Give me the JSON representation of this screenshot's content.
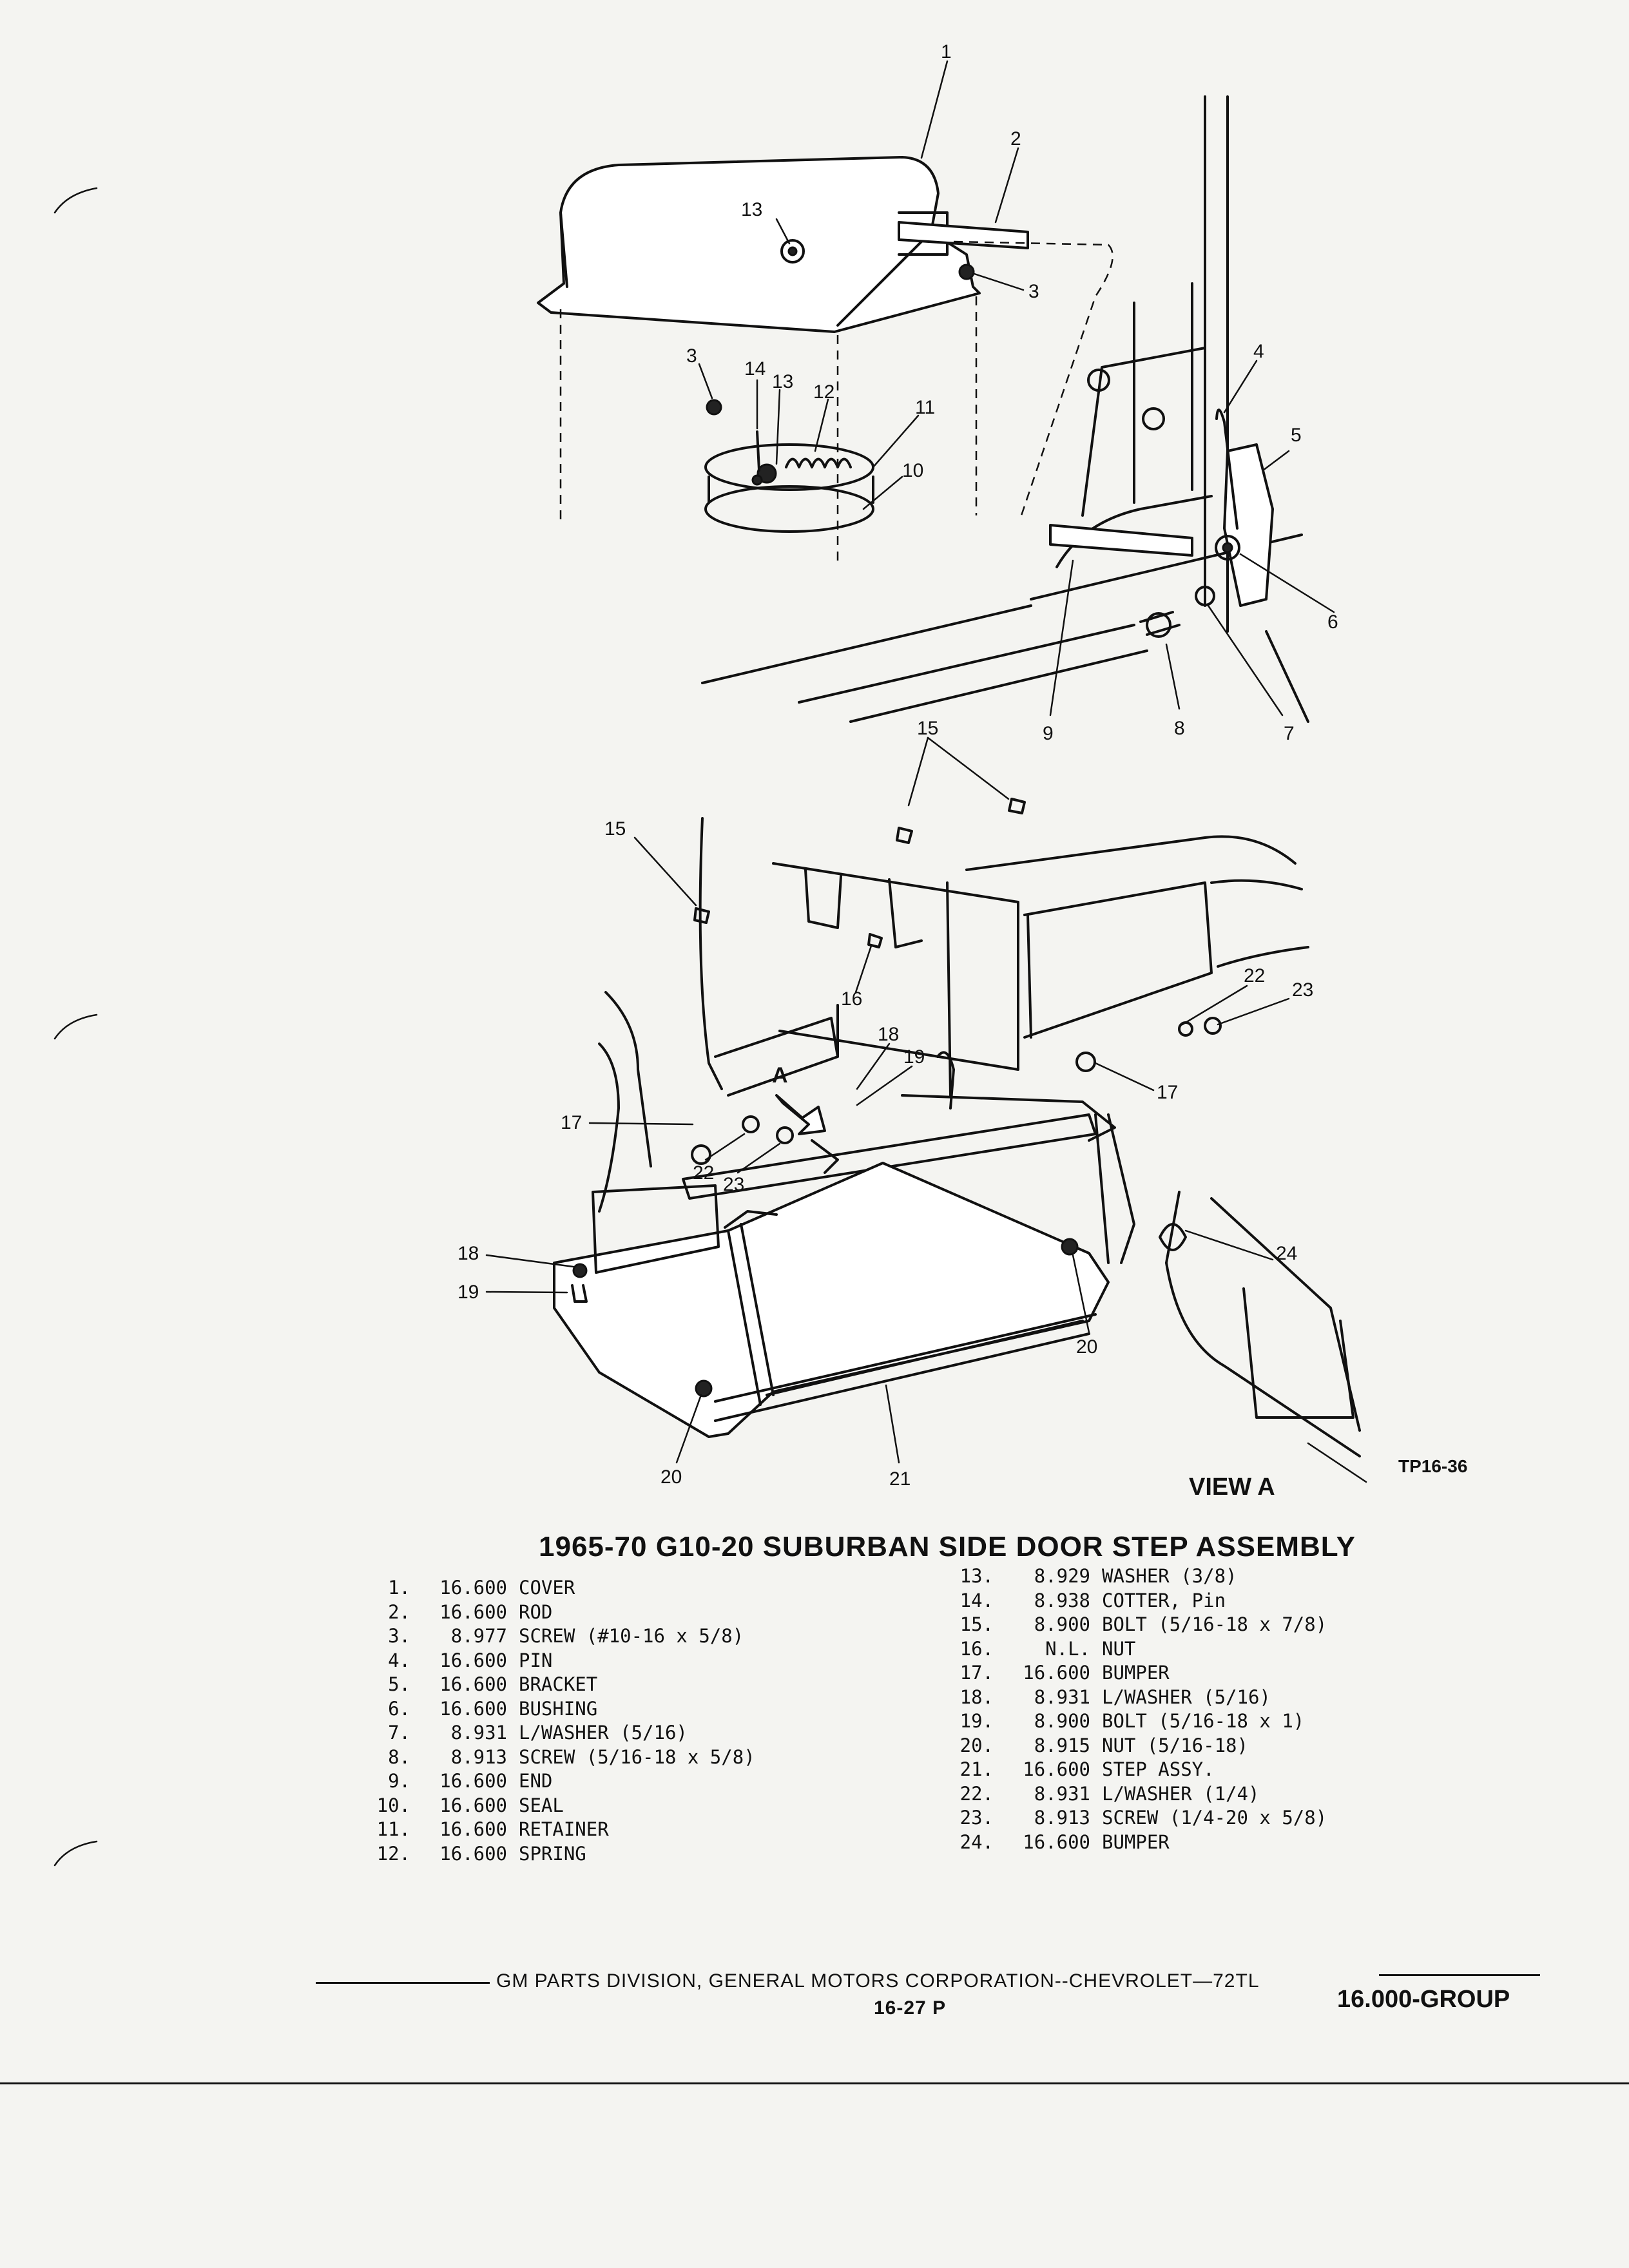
{
  "figure_code": "TP16-36",
  "view_label": "VIEW A",
  "arrow_label": "A",
  "callouts": {
    "top": [
      "1",
      "2",
      "3",
      "13",
      "3",
      "14",
      "13",
      "12",
      "11",
      "10",
      "4",
      "5",
      "6",
      "9",
      "8",
      "7"
    ],
    "bottom": [
      "15",
      "15",
      "16",
      "18",
      "19",
      "17",
      "22",
      "23",
      "18",
      "19",
      "20",
      "21",
      "20",
      "22",
      "23",
      "17",
      "24"
    ]
  },
  "title": "1965-70 G10-20 SUBURBAN SIDE DOOR STEP ASSEMBLY",
  "parts": [
    {
      "num": "1.",
      "group": "16.600",
      "name": "COVER"
    },
    {
      "num": "2.",
      "group": "16.600",
      "name": "ROD"
    },
    {
      "num": "3.",
      "group": "8.977",
      "name": "SCREW (#10-16 x 5/8)"
    },
    {
      "num": "4.",
      "group": "16.600",
      "name": "PIN"
    },
    {
      "num": "5.",
      "group": "16.600",
      "name": "BRACKET"
    },
    {
      "num": "6.",
      "group": "16.600",
      "name": "BUSHING"
    },
    {
      "num": "7.",
      "group": "8.931",
      "name": "L/WASHER (5/16)"
    },
    {
      "num": "8.",
      "group": "8.913",
      "name": "SCREW (5/16-18 x 5/8)"
    },
    {
      "num": "9.",
      "group": "16.600",
      "name": "END"
    },
    {
      "num": "10.",
      "group": "16.600",
      "name": "SEAL"
    },
    {
      "num": "11.",
      "group": "16.600",
      "name": "RETAINER"
    },
    {
      "num": "12.",
      "group": "16.600",
      "name": "SPRING"
    },
    {
      "num": "13.",
      "group": "8.929",
      "name": "WASHER (3/8)"
    },
    {
      "num": "14.",
      "group": "8.938",
      "name": "COTTER, Pin"
    },
    {
      "num": "15.",
      "group": "8.900",
      "name": "BOLT (5/16-18 x 7/8)"
    },
    {
      "num": "16.",
      "group": "N.L.",
      "name": "NUT"
    },
    {
      "num": "17.",
      "group": "16.600",
      "name": "BUMPER"
    },
    {
      "num": "18.",
      "group": "8.931",
      "name": "L/WASHER (5/16)"
    },
    {
      "num": "19.",
      "group": "8.900",
      "name": "BOLT (5/16-18 x 1)"
    },
    {
      "num": "20.",
      "group": "8.915",
      "name": "NUT (5/16-18)"
    },
    {
      "num": "21.",
      "group": "16.600",
      "name": "STEP ASSY."
    },
    {
      "num": "22.",
      "group": "8.931",
      "name": "L/WASHER (1/4)"
    },
    {
      "num": "23.",
      "group": "8.913",
      "name": "SCREW (1/4-20 x 5/8)"
    },
    {
      "num": "24.",
      "group": "16.600",
      "name": "BUMPER"
    }
  ],
  "footer": {
    "division": "GM PARTS DIVISION, GENERAL MOTORS CORPORATION--CHEVROLET—72TL",
    "page": "16-27 P",
    "group": "16.000-GROUP"
  }
}
